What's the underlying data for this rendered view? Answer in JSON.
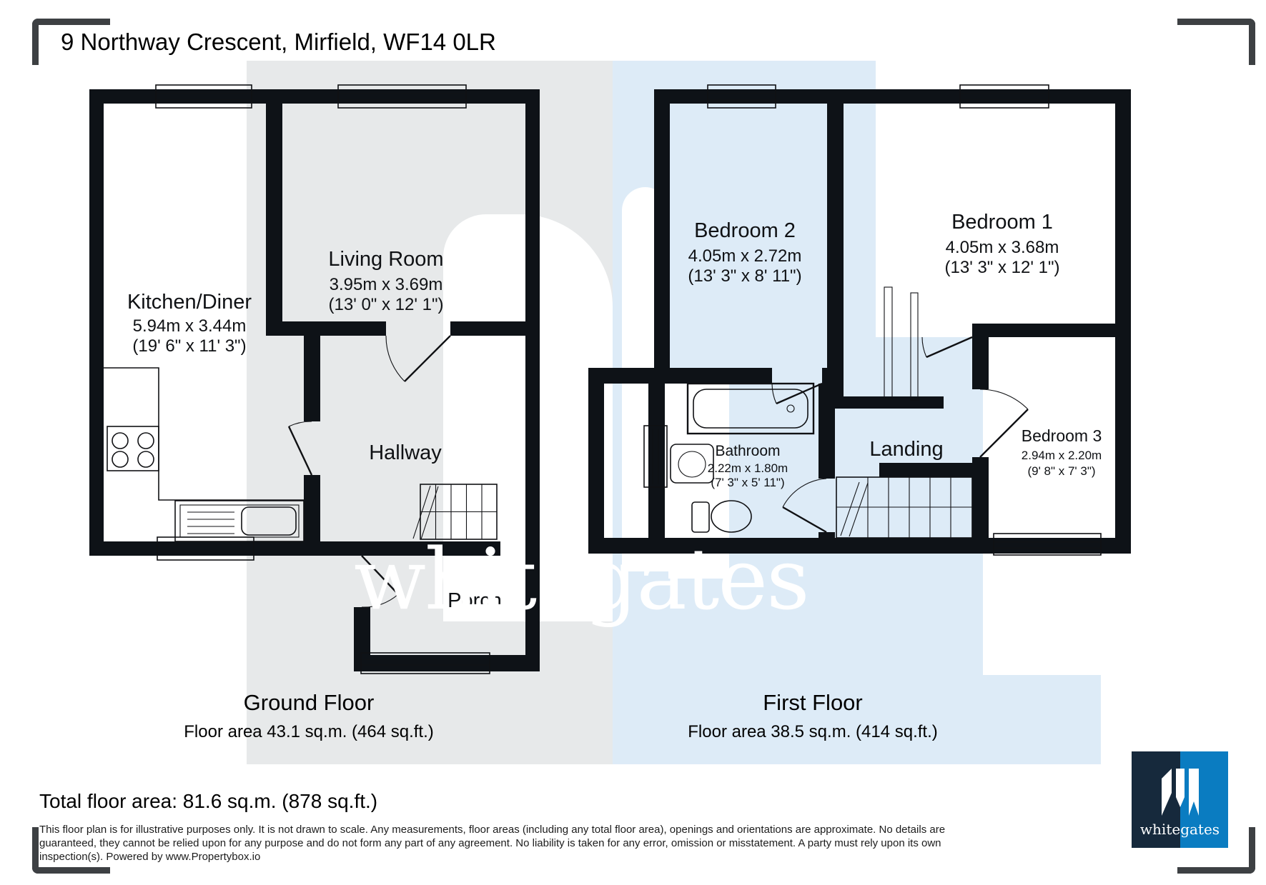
{
  "title": "9 Northway Crescent, Mirfield, WF14 0LR",
  "ground_floor": {
    "name": "Ground Floor",
    "area_label": "Floor area 43.1 sq.m. (464 sq.ft.)",
    "rooms": [
      {
        "name": "Kitchen/Diner",
        "dim_metric": "5.94m x 3.44m",
        "dim_imperial": "(19' 6\" x 11' 3\")"
      },
      {
        "name": "Living Room",
        "dim_metric": "3.95m x 3.69m",
        "dim_imperial": "(13' 0\" x 12' 1\")"
      },
      {
        "name": "Hallway"
      },
      {
        "name": "Porch"
      }
    ]
  },
  "first_floor": {
    "name": "First Floor",
    "area_label": "Floor area 38.5 sq.m. (414 sq.ft.)",
    "rooms": [
      {
        "name": "Bedroom 2",
        "dim_metric": "4.05m x 2.72m",
        "dim_imperial": "(13' 3\" x 8' 11\")"
      },
      {
        "name": "Bedroom 1",
        "dim_metric": "4.05m x 3.68m",
        "dim_imperial": "(13' 3\" x 12' 1\")"
      },
      {
        "name": "Bathroom",
        "dim_metric": "2.22m x 1.80m",
        "dim_imperial": "(7' 3\" x 5' 11\")"
      },
      {
        "name": "Landing"
      },
      {
        "name": "Bedroom 3",
        "dim_metric": "2.94m x 2.20m",
        "dim_imperial": "(9' 8\" x 7' 3\")"
      }
    ]
  },
  "total_area": "Total floor area: 81.6 sq.m. (878 sq.ft.)",
  "disclaimer": "This floor plan is for illustrative purposes only. It is not drawn to scale. Any measurements, floor areas (including any total floor area), openings and orientations are approximate. No details are guaranteed, they cannot be relied upon for any purpose and do not form any part of any agreement. No liability is taken for any error, omission or misstatement. A party must rely upon its own inspection(s). Powered by www.Propertybox.io",
  "watermark": "whitegates",
  "logo": {
    "brand": "whitegates",
    "navy": "#16293c",
    "blue": "#0a7cc1"
  },
  "colors": {
    "wall": "#0e1217",
    "band_grey": "#e7e9ea",
    "band_blue": "#ddebf7",
    "bracket": "#3d4043"
  }
}
